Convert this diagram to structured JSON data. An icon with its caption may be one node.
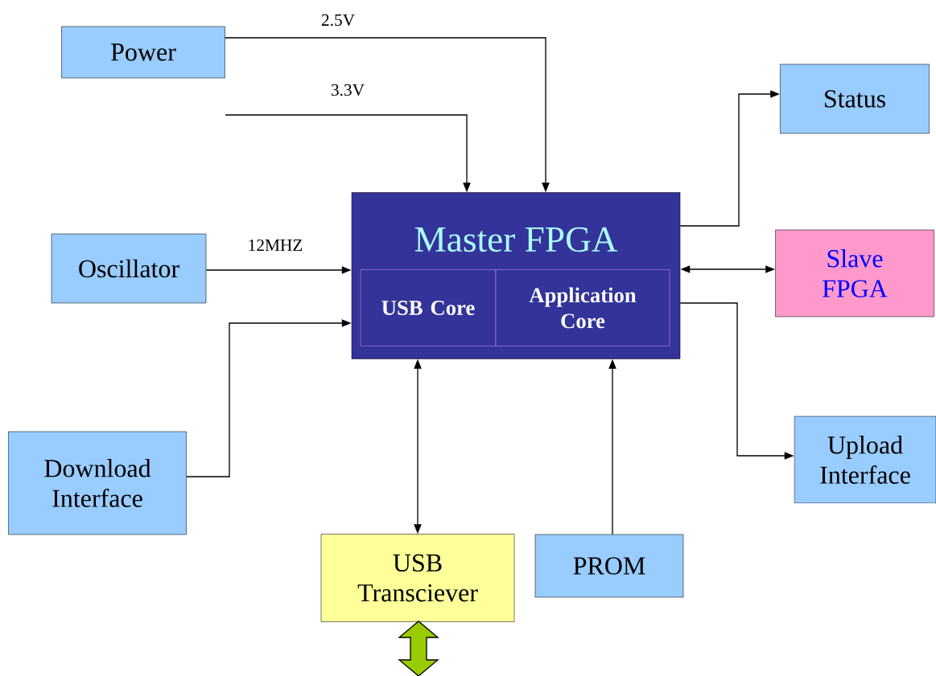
{
  "diagram": {
    "nodes": [
      {
        "text": [
          "Power"
        ]
      },
      {
        "text": [
          "Master FPGA"
        ]
      },
      {
        "text": [
          "USB Core"
        ],
        "in": 1
      },
      {
        "text": [
          "Application Core"
        ],
        "in": 1
      },
      {
        "text": [
          "Status"
        ]
      },
      {
        "text": [
          "Slave FPGA"
        ]
      },
      {
        "text": [
          "Oscillator"
        ]
      },
      {
        "text": [
          "Download Interface"
        ]
      },
      {
        "text": [
          "Upload Interface"
        ]
      },
      {
        "text": [
          "USB Transciever"
        ]
      },
      {
        "text": [
          "PROM"
        ]
      }
    ],
    "edges": [
      {
        "from": 0,
        "to": 1,
        "arrow": "to",
        "label": "2.5V"
      },
      {
        "from": null,
        "to": 1,
        "arrow": "to",
        "label": "3.3V"
      },
      {
        "from": 6,
        "to": 1,
        "arrow": "to",
        "label": "12MHZ"
      },
      {
        "from": 7,
        "to": 1,
        "arrow": "to"
      },
      {
        "from": 1,
        "to": 4,
        "arrow": "to"
      },
      {
        "from": 1,
        "to": 5,
        "arrow": "both"
      },
      {
        "from": 1,
        "to": 8,
        "arrow": "to"
      },
      {
        "from": 9,
        "to": 1,
        "arrow": "both"
      },
      {
        "from": 10,
        "to": 1,
        "arrow": "to"
      },
      {
        "from": 9,
        "to": null,
        "arrow": "both",
        "style": "thick",
        "color": "#99cc00"
      }
    ]
  }
}
